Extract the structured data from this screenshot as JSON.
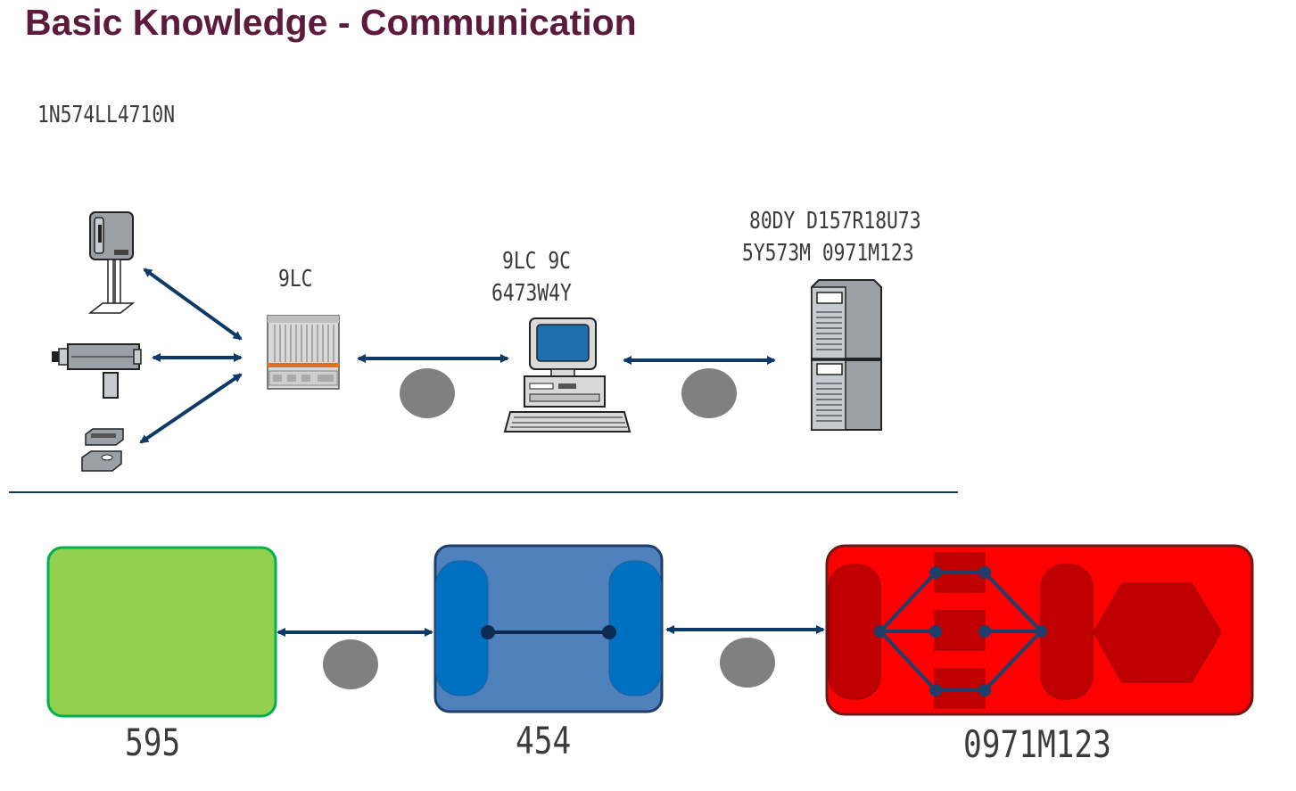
{
  "title": "Basic Knowledge - Communication",
  "top_section": {
    "installation_label": "1N574LL4710N",
    "plc_label": "9LC",
    "plc_pc_gateway_label_line1": "9LC 9C",
    "plc_pc_gateway_label_line2": "6473W4Y",
    "body_system_label_line1": "80DY D157R18U73",
    "body_system_label_line2": "5Y573M 0971M123"
  },
  "bottom_section": {
    "block1_label": "595",
    "block2_label": "454",
    "block3_label": "0971M123"
  },
  "colors": {
    "title": "#5c1a3c",
    "arrow": "#0d3a66",
    "divider": "#0d3a66",
    "connector_circle": "#808080",
    "block1_fill": "#92d050",
    "block1_border": "#00b050",
    "block2_fill": "#4f81bd",
    "block2_inner": "#0070c0",
    "block3_fill": "#ff0000",
    "block3_inner": "#c00000"
  }
}
